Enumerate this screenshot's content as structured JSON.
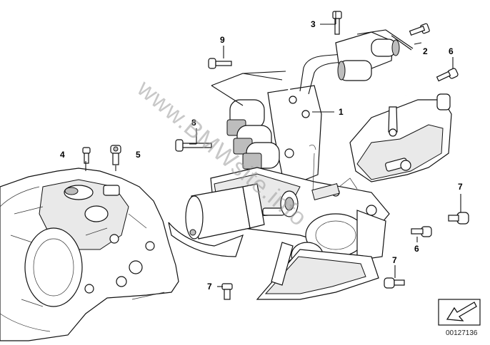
{
  "diagram": {
    "callouts": [
      {
        "id": "c1",
        "label": "1"
      },
      {
        "id": "c2",
        "label": "2"
      },
      {
        "id": "c3",
        "label": "3"
      },
      {
        "id": "c4",
        "label": "4"
      },
      {
        "id": "c5",
        "label": "5"
      },
      {
        "id": "c6a",
        "label": "6"
      },
      {
        "id": "c6b",
        "label": "6"
      },
      {
        "id": "c7a",
        "label": "7"
      },
      {
        "id": "c7b",
        "label": "7"
      },
      {
        "id": "c7c",
        "label": "7"
      },
      {
        "id": "c8",
        "label": "8"
      },
      {
        "id": "c9",
        "label": "9"
      }
    ],
    "watermark": "www.BMWsite.info",
    "reference_number": "00127136"
  }
}
